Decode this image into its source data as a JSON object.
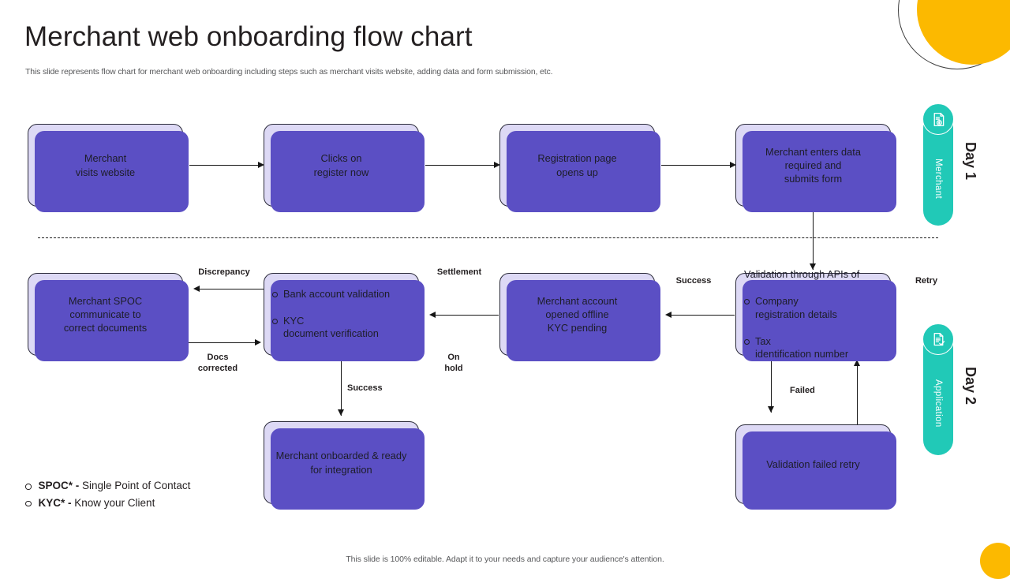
{
  "header": {
    "title": "Merchant web onboarding flow chart",
    "subtitle": "This slide represents flow chart for merchant web onboarding including steps such as merchant visits website, adding data and form submission, etc."
  },
  "footer": {
    "note": "This slide is 100% editable. Adapt it to your needs and capture your audience's attention."
  },
  "nodes": {
    "merchant_visits": "Merchant\nvisits website",
    "clicks_register": "Clicks on\nregister now",
    "registration_page": "Registration page\nopens up",
    "enters_data": "Merchant enters data\nrequired and\nsubmits form",
    "spoc_communicate": "Merchant SPOC\ncommunicate to\ncorrect documents",
    "bank_kyc": {
      "items": [
        "Bank account validation",
        "KYC\ndocument verification"
      ]
    },
    "account_offline": "Merchant account\nopened offline\nKYC pending",
    "validation_apis": {
      "lead": "Validation through APIs of",
      "items": [
        "Company\nregistration details",
        "Tax\nidentification number"
      ]
    },
    "onboarded": "Merchant onboarded  & ready\nfor integration",
    "validation_failed": "Validation failed retry"
  },
  "edges": {
    "discrepancy": "Discrepancy",
    "docs_corrected": "Docs\ncorrected",
    "settlement": "Settlement",
    "on_hold": "On\nhold",
    "success_left": "Success",
    "success_down": "Success",
    "retry": "Retry",
    "failed": "Failed"
  },
  "lanes": [
    {
      "name": "Merchant",
      "day": "Day 1",
      "icon": "invoice-dollar-icon"
    },
    {
      "name": "Application",
      "day": "Day 2",
      "icon": "document-check-icon"
    }
  ],
  "legend": [
    {
      "term": "SPOC*",
      "dash": " - ",
      "definition": "Single Point of Contact"
    },
    {
      "term": "KYC*",
      "dash": " - ",
      "definition": "Know your Client"
    }
  ],
  "colors": {
    "box_fill": "#ddd9f5",
    "box_shadow": "#5b4fc4",
    "lane_teal": "#21c9b7",
    "accent_yellow": "#fcb900",
    "text_dark": "#231f20"
  }
}
